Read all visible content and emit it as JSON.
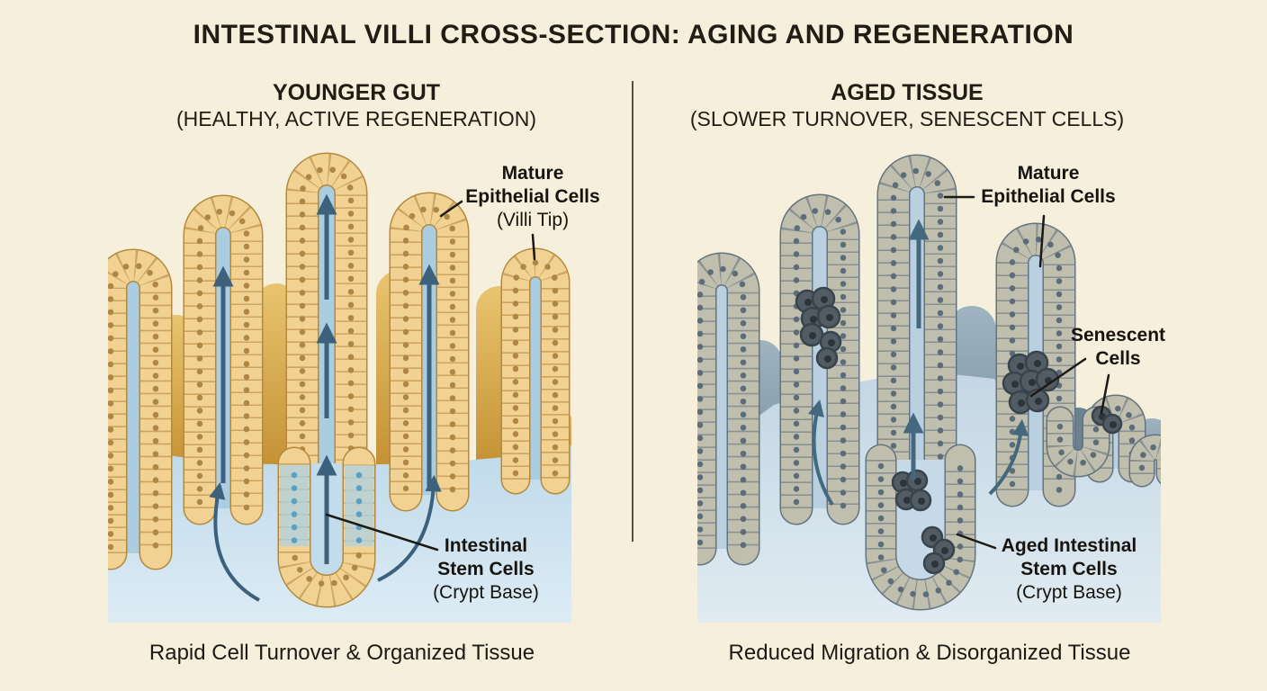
{
  "title": "INTESTINAL VILLI CROSS-SECTION: AGING AND REGENERATION",
  "panels": {
    "left": {
      "heading": "YOUNGER GUT",
      "subheading": "(HEALTHY, ACTIVE REGENERATION)",
      "caption": "Rapid Cell Turnover & Organized Tissue",
      "labels": {
        "mature": {
          "line1": "Mature",
          "line2": "Epithelial Cells",
          "line3": "(Villi Tip)"
        },
        "stem": {
          "line1": "Intestinal",
          "line2": "Stem Cells",
          "line3": "(Crypt Base)"
        }
      }
    },
    "right": {
      "heading": "AGED TISSUE",
      "subheading": "(SLOWER TURNOVER, SENESCENT CELLS)",
      "caption": "Reduced Migration & Disorganized Tissue",
      "labels": {
        "mature": {
          "line1": "Mature",
          "line2": "Epithelial Cells"
        },
        "senescent": {
          "line1": "Senescent",
          "line2": "Cells"
        },
        "aged_stem": {
          "line1": "Aged Intestinal",
          "line2": "Stem Cells",
          "line3": "(Crypt Base)"
        }
      }
    }
  },
  "colors": {
    "background": "#f6efdb",
    "text_dark": "#211d15",
    "divider": "#57503a",
    "leader_line": "#1b1914",
    "left": {
      "cell_fill": "#f2d292",
      "cell_border": "#b3893f",
      "nucleus": "#ad8743",
      "interior_blue": "#abcde2",
      "band_top": "#b7d4e7",
      "band_bottom": "#dcecf5",
      "bg_villus_top": "#e9c46f",
      "bg_villus_bottom": "#c18d2f",
      "stem_cell_overlay": "#aed2e4",
      "stem_nucleus": "#58a0c6",
      "arrow": "#3d617d"
    },
    "right": {
      "cell_fill": "#c0bfae",
      "cell_border": "#64737f",
      "nucleus": "#5c6d79",
      "interior_blue": "#b9d0e0",
      "band_top": "#c3d6e3",
      "band_bottom": "#e0ebf2",
      "bg_villus_top": "#9fb3c0",
      "bg_villus_bottom": "#76909f",
      "pocket": "#6b8290",
      "senescent_fill": "#515c64",
      "senescent_border": "#39434b",
      "senescent_nucleus": "#2c343b",
      "arrow": "#44697f"
    }
  }
}
